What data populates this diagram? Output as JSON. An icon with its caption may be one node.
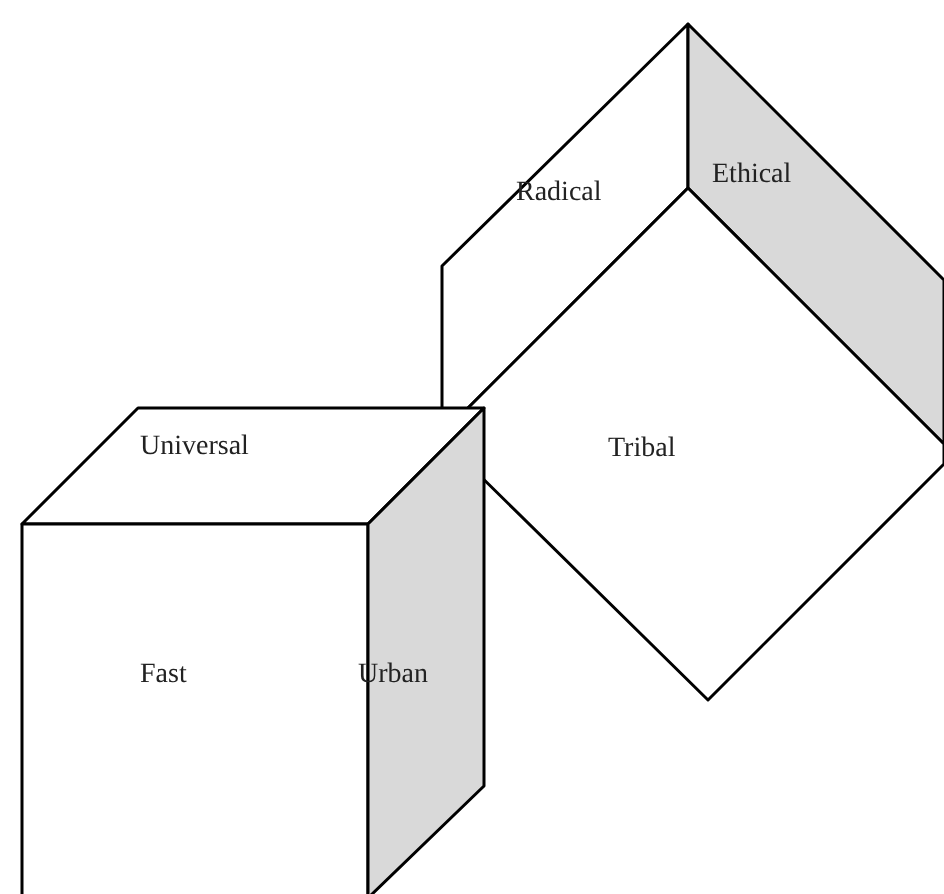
{
  "diagram": {
    "nodes": [
      {
        "text": [
          "Radical"
        ]
      },
      {
        "text": [
          "Ethical"
        ]
      },
      {
        "text": [
          "Tribal"
        ]
      },
      {
        "text": [
          "Universal"
        ]
      },
      {
        "text": [
          "Fast"
        ]
      },
      {
        "text": [
          "Urban"
        ]
      }
    ],
    "edges": []
  }
}
